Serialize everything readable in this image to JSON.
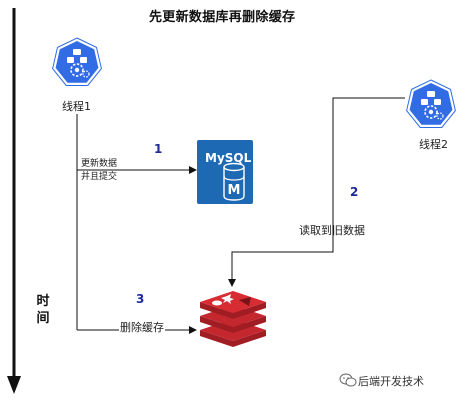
{
  "title": "先更新数据库再删除缓存",
  "actors": {
    "thread1": {
      "label": "线程1"
    },
    "thread2": {
      "label": "线程2"
    }
  },
  "steps": [
    {
      "number": "1",
      "label_lines": [
        "更新数据",
        "并且提交"
      ]
    },
    {
      "number": "2",
      "label": "读取到旧数据"
    },
    {
      "number": "3",
      "label": "删除缓存"
    }
  ],
  "database": {
    "name": "MySQL",
    "badge": "M",
    "icon": "mysql-database-icon"
  },
  "cache": {
    "icon": "redis-cache-icon"
  },
  "time_axis": {
    "label": "时间"
  },
  "watermark": {
    "text": "后端开发技术",
    "icon": "wechat-logo-icon"
  },
  "colors": {
    "kube_blue": "#326ce5",
    "mysql_blue": "#1e69b4",
    "redis_red": "#c4272e",
    "step_number": "#1e2a9a",
    "line": "#111111"
  }
}
